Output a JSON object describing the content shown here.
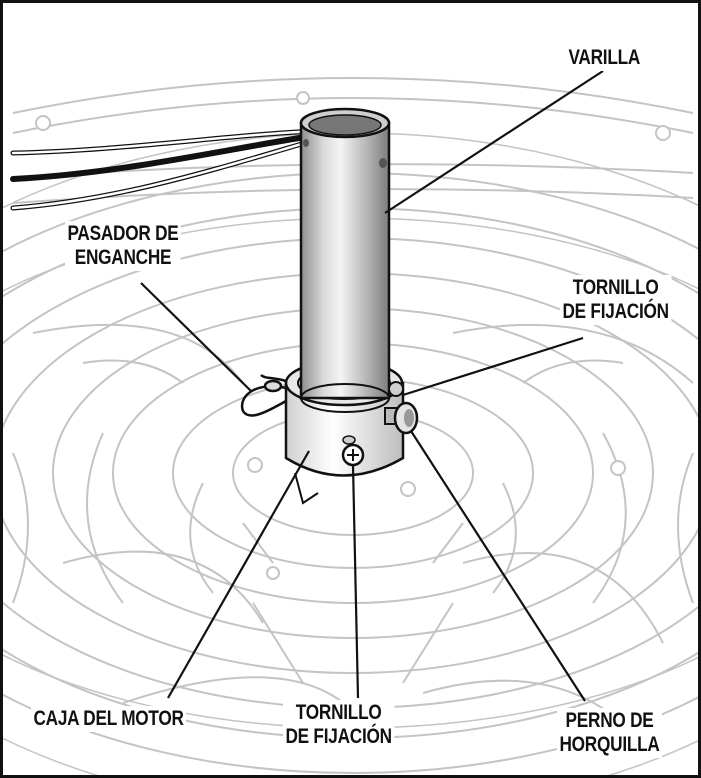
{
  "labels": {
    "varilla": "VARILLA",
    "pasador_line1": "PASADOR DE",
    "pasador_line2": "ENGANCHE",
    "tornillo_top_line1": "TORNILLO",
    "tornillo_top_line2": "DE FIJACIÓN",
    "caja": "CAJA DEL MOTOR",
    "tornillo_bottom_line1": "TORNILLO",
    "tornillo_bottom_line2": "DE FIJACIÓN",
    "perno_line1": "PERNO DE",
    "perno_line2": "HORQUILLA"
  },
  "colors": {
    "line": "#111111",
    "sketch": "#c8c8c8",
    "metal_light": "#e6e6e6",
    "metal_dark": "#9a9a9a"
  }
}
